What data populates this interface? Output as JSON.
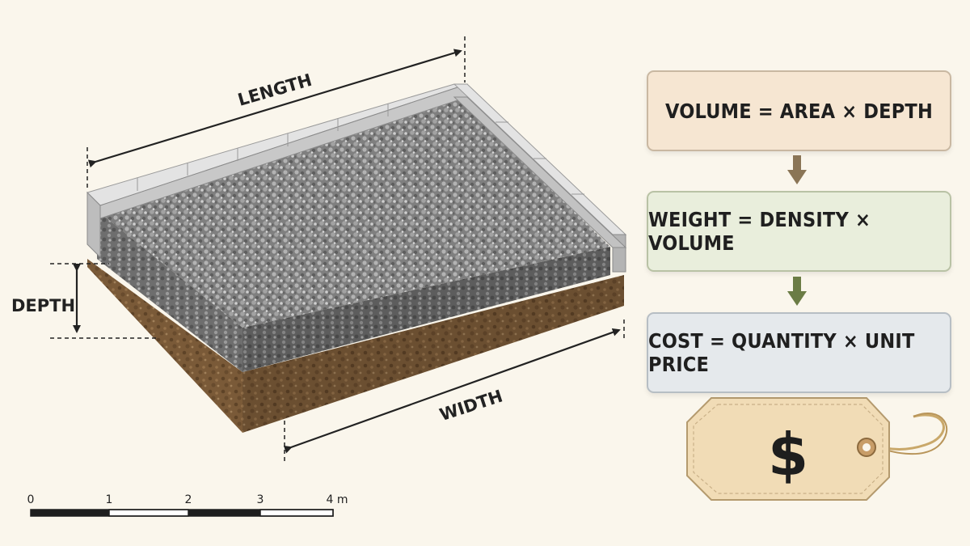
{
  "dimensions": {
    "length_label": "LENGTH",
    "width_label": "WIDTH",
    "depth_label": "DEPTH"
  },
  "formulas": {
    "volume": "VOLUME = AREA × DEPTH",
    "weight": "WEIGHT = DENSITY × VOLUME",
    "cost": "COST = QUANTITY × UNIT PRICE"
  },
  "price_tag": {
    "symbol": "$"
  },
  "scale_bar": {
    "ticks": [
      "0",
      "1",
      "2",
      "3",
      "4 m"
    ]
  },
  "colors": {
    "background": "#faf6ec",
    "gravel": "#8e8e8e",
    "soil": "#7a5a38",
    "edging": "#cfcfcf",
    "volume_box": "#f6e6d2",
    "weight_box": "#e9eedc",
    "cost_box": "#e5e9ec",
    "arrow_brown": "#8a7556",
    "arrow_green": "#6b7c45",
    "tag": "#f1dcb6"
  }
}
